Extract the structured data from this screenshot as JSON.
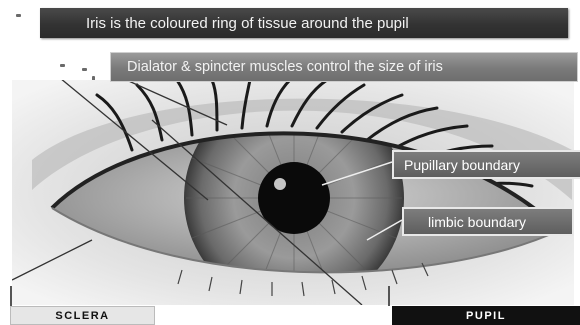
{
  "banners": {
    "top": "Iris is the coloured  ring of tissue around the pupil",
    "sub": "Dialator & spincter muscles control the size of iris"
  },
  "callouts": {
    "pupillary": "Pupillary boundary",
    "limbic": "limbic boundary"
  },
  "tags": {
    "sclera": "SCLERA",
    "pupil": "PUPIL"
  }
}
